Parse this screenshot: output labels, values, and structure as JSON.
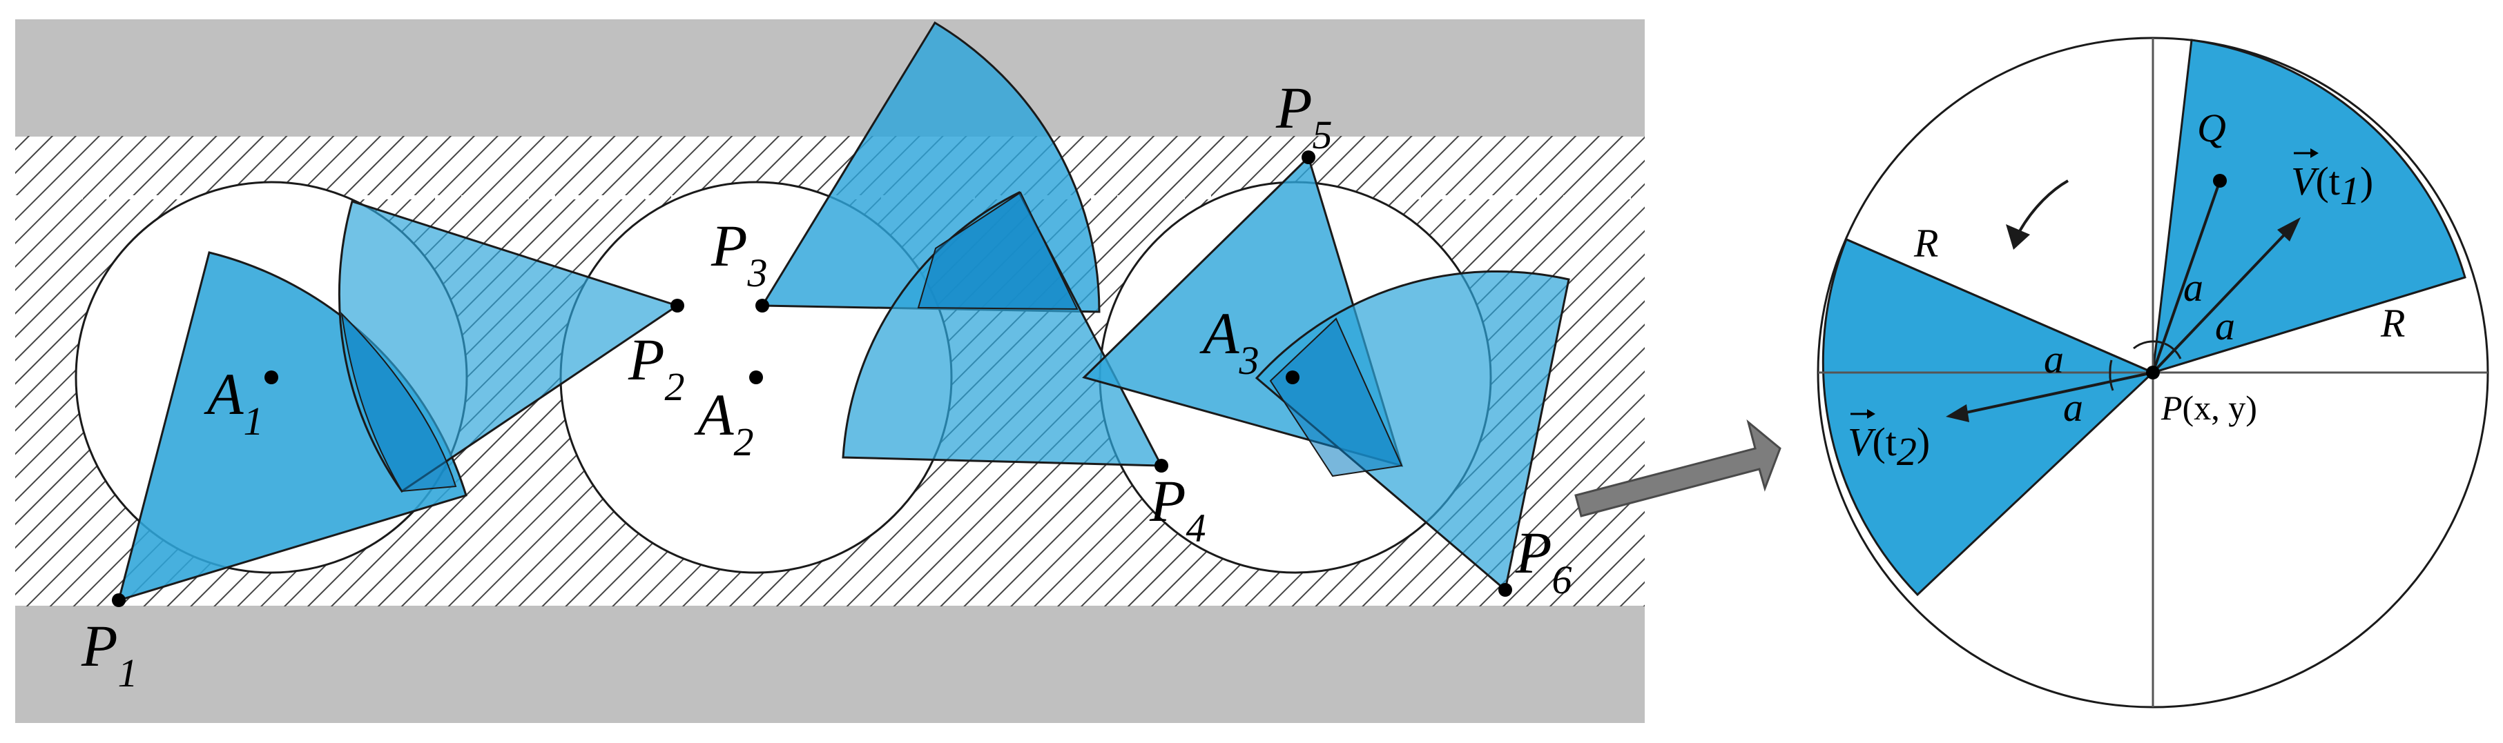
{
  "colors": {
    "road_gray": "#c0c0c0",
    "hatch_line": "#444444",
    "sector_blue": "#2da5da",
    "sector_dark": "#0a7cbf",
    "outline": "#1a1a1a",
    "arrow_gray": "#7d7d7d"
  },
  "scene": {
    "points": [
      {
        "letter": "P",
        "sub": "1"
      },
      {
        "letter": "P",
        "sub": "2"
      },
      {
        "letter": "P",
        "sub": "3"
      },
      {
        "letter": "P",
        "sub": "4"
      },
      {
        "letter": "P",
        "sub": "5"
      },
      {
        "letter": "P",
        "sub": "6"
      }
    ],
    "centers": [
      {
        "letter": "A",
        "sub": "1"
      },
      {
        "letter": "A",
        "sub": "2"
      },
      {
        "letter": "A",
        "sub": "3"
      }
    ]
  },
  "inset": {
    "q_label": "Q",
    "r_labels": [
      "R",
      "R"
    ],
    "alpha_labels": [
      "a",
      "a",
      "a",
      "a"
    ],
    "v1": {
      "letter": "V",
      "arg": "(t",
      "sub": "1",
      "close": ")"
    },
    "v2": {
      "letter": "V",
      "arg": "(t",
      "sub": "2",
      "close": ")"
    },
    "p_label": {
      "letter": "P",
      "args": "(x, y)"
    }
  }
}
